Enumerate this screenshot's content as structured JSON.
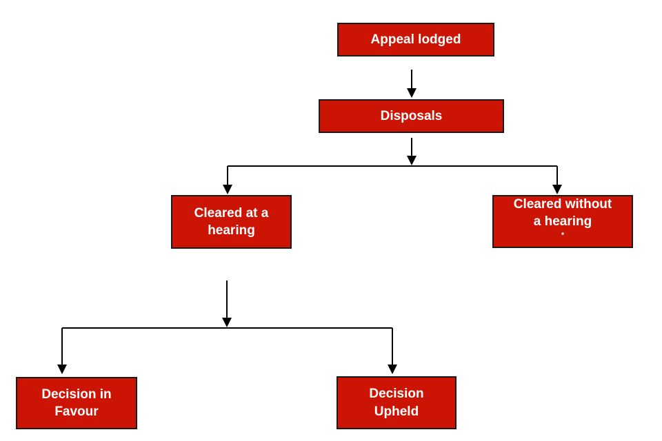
{
  "diagram": {
    "type": "flowchart",
    "colors": {
      "node_fill": "#cc1405",
      "node_border": "#1a1a1a",
      "node_text": "#ffffff",
      "connector": "#000000",
      "background": "#ffffff"
    },
    "nodes": {
      "appeal_lodged": {
        "label": "Appeal lodged"
      },
      "disposals": {
        "label": "Disposals"
      },
      "cleared_at_hearing": {
        "line1": "Cleared at a",
        "line2": "hearing"
      },
      "cleared_without_hearing": {
        "line1": "Cleared without",
        "line2": "a hearing",
        "footnote_marker": "*"
      },
      "decision_in_favour": {
        "line1": "Decision in",
        "line2": "Favour"
      },
      "decision_upheld": {
        "line1": "Decision",
        "line2": "Upheld"
      }
    },
    "edges": [
      {
        "from": "appeal_lodged",
        "to": "disposals"
      },
      {
        "from": "disposals",
        "to": "cleared_at_hearing"
      },
      {
        "from": "disposals",
        "to": "cleared_without_hearing"
      },
      {
        "from": "cleared_at_hearing",
        "to": "decision_in_favour"
      },
      {
        "from": "cleared_at_hearing",
        "to": "decision_upheld"
      }
    ]
  }
}
